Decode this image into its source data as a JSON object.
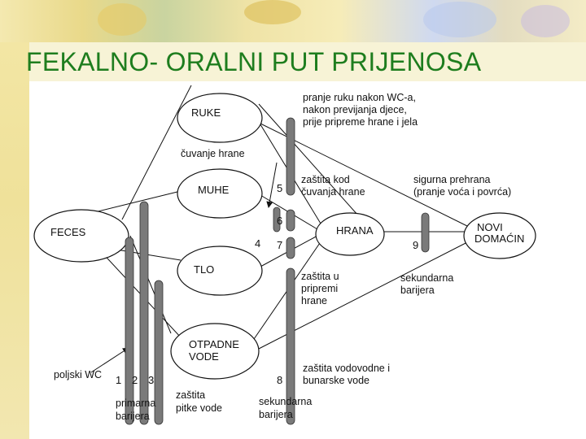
{
  "title": "FEKALNO- ORALNI PUT PRIJENOSA",
  "nodes": {
    "feces": "FECES",
    "ruke": "RUKE",
    "muhe": "MUHE",
    "tlo": "TLO",
    "otpadne1": "OTPADNE",
    "otpadne2": "VODE",
    "hrana": "HRANA",
    "domacin1": "NOVI",
    "domacin2": "DOMAĆIN"
  },
  "labels": {
    "pranje1": "pranje ruku nakon WC-a,",
    "pranje2": "nakon previjanja djece,",
    "pranje3": "prije pripreme hrane i jela",
    "cuvanje": "čuvanje hrane",
    "zastita_kod1": "zaštita kod",
    "zastita_kod2": "čuvanja hrane",
    "sigurna1": "sigurna prehrana",
    "sigurna2": "(pranje voća i povrća)",
    "zastita_u1": "zaštita u",
    "zastita_u2": "pripremi",
    "zastita_u3": "hrane",
    "sek_bar1": "sekundarna",
    "sek_bar2": "barijera",
    "poljski": "poljski WC",
    "zastita_vod1": "zaštita vodovodne i",
    "zastita_vod2": "bunarske vode",
    "primarna1": "primarna",
    "primarna2": "barijera",
    "pitke1": "zaštita",
    "pitke2": "pitke vode",
    "sekundarna1": "sekundarna",
    "sekundarna2": "barijera"
  },
  "numbers": {
    "n1": "1",
    "n2": "2",
    "n3": "3",
    "n4": "4",
    "n5": "5",
    "n6": "6",
    "n7": "7",
    "n8": "8",
    "n9": "9"
  },
  "colors": {
    "title": "#1e7d1e",
    "bar": "#7a7a7a"
  }
}
